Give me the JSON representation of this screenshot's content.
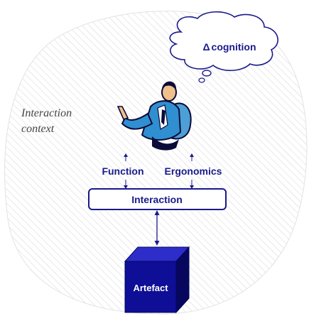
{
  "diagram": {
    "thought": {
      "delta_symbol": "Δ",
      "text": "cognition"
    },
    "context_label": {
      "line1": "Interaction",
      "line2": "context"
    },
    "aspects": {
      "left": "Function",
      "right": "Ergonomics"
    },
    "interaction": "Interaction",
    "artefact": "Artefact"
  },
  "colors": {
    "navy": "#1a1a8c",
    "artefact_front": "#0e0e96",
    "artefact_top": "#2d2dc9",
    "artefact_side": "#07075e",
    "context_text": "#444444",
    "hatch": "#d8d8d8"
  },
  "icons": {
    "person": "presenter-person-icon",
    "cloud": "thought-cloud-icon"
  }
}
